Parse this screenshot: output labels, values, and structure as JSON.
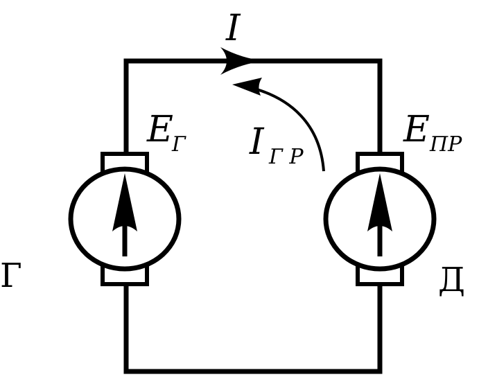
{
  "labels": {
    "current_main": "I",
    "current_main_sub": "",
    "current_gen_main": "I",
    "current_gen_sub": "Г Р",
    "emf_gen_main": "E",
    "emf_gen_sub": "Г",
    "emf_motor_main": "E",
    "emf_motor_sub": "ПР",
    "generator_name": "Г",
    "motor_name": "Д"
  },
  "icons": {
    "generator": "dc-machine-icon",
    "motor": "dc-machine-icon",
    "current_direction": "arrow-right-icon",
    "counter_current_direction": "curved-arrow-icon"
  }
}
